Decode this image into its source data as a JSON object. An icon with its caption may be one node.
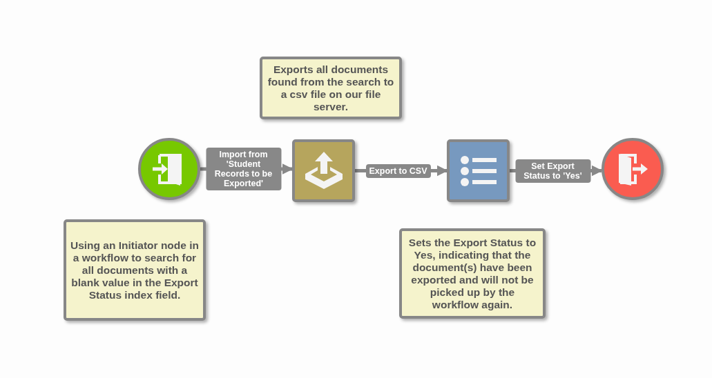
{
  "diagram": {
    "nodes": [
      {
        "text": [
          "Exports all documents found from the search to a csv file on our file server."
        ]
      },
      {
        "text": [],
        "shape": "circle"
      },
      {
        "text": [],
        "shape": "box"
      },
      {
        "text": [],
        "shape": "box"
      },
      {
        "text": [],
        "shape": "circle"
      },
      {
        "text": [
          "Using an Initiator node in a workflow to search for all documents with a blank value in the Export Status index field."
        ]
      },
      {
        "text": [
          "Sets the Export Status to Yes, indicating that the document(s) have been exported and will not be picked up by the workflow again."
        ]
      }
    ],
    "edges": [
      {
        "from": 1,
        "to": 2,
        "arrow": "to",
        "label": "Import from 'Student Records to be Exported'"
      },
      {
        "from": 2,
        "to": 3,
        "arrow": "to",
        "label": "Export to CSV"
      },
      {
        "from": 3,
        "to": 4,
        "arrow": "to",
        "label": "Set Export Status to 'Yes'"
      }
    ]
  }
}
